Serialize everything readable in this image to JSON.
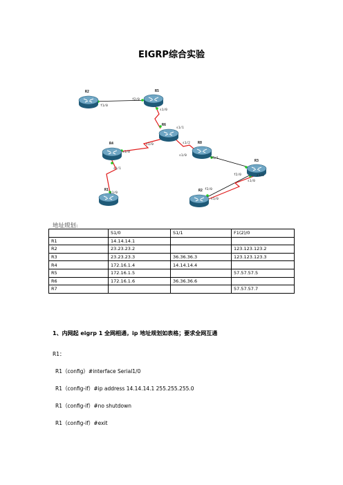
{
  "title": "EIGRP综合实验",
  "topology": {
    "routers": [
      {
        "name": "R2",
        "ports": [
          "f1/0"
        ]
      },
      {
        "name": "R5",
        "ports": [
          "f2/0",
          "s1/0"
        ]
      },
      {
        "name": "R6",
        "ports": [
          "s1/1",
          "s1/0",
          "s1/2"
        ]
      },
      {
        "name": "R4",
        "ports": [
          "s1/0",
          "s1/1"
        ]
      },
      {
        "name": "R8",
        "ports": [
          "s1/0",
          "f1/1"
        ]
      },
      {
        "name": "R3",
        "ports": [
          "f2/0",
          "s1/1",
          "s1/0"
        ]
      },
      {
        "name": "R1",
        "ports": [
          "s1/0"
        ]
      },
      {
        "name": "R2",
        "ports": [
          "f2/0",
          "s1/0"
        ]
      }
    ]
  },
  "addressing": {
    "heading": "地址规划:",
    "headers": [
      "",
      "S1/0",
      "S1/1",
      "F1(2)/0"
    ],
    "rows": [
      [
        "R1",
        "14.14.14.1",
        "",
        ""
      ],
      [
        "R2",
        "23.23.23.2",
        "",
        "123.123.123.2"
      ],
      [
        "R3",
        "23.23.23.3",
        "36.36.36.3",
        "123.123.123.3"
      ],
      [
        "R4",
        "172.16.1.4",
        "14.14.14.4",
        ""
      ],
      [
        "R5",
        "172.16.1.5",
        "",
        "57.57.57.5"
      ],
      [
        "R6",
        "172.16.1.6",
        "36.36.36.6",
        ""
      ],
      [
        "R7",
        "",
        "",
        "57.57.57.7"
      ]
    ]
  },
  "section1": {
    "heading": "1、内网起 eigrp 1 全网相通，ip 地址规划如表格；要求全网互通",
    "router_label": "R1：",
    "commands": [
      "R1（config）#interface Serial1/0",
      "R1（config-if）#ip address 14.14.14.1 255.255.255.0",
      "R1（config-if）#no shutdown",
      "R1（config-if）#exit"
    ]
  },
  "colors": {
    "router_body": "#1f5a78",
    "router_top": "#6fa6c4",
    "serial_link": "#e01818",
    "ethernet_link": "#000000",
    "port_dot": "#22cc22",
    "heading_gray": "#666666"
  }
}
